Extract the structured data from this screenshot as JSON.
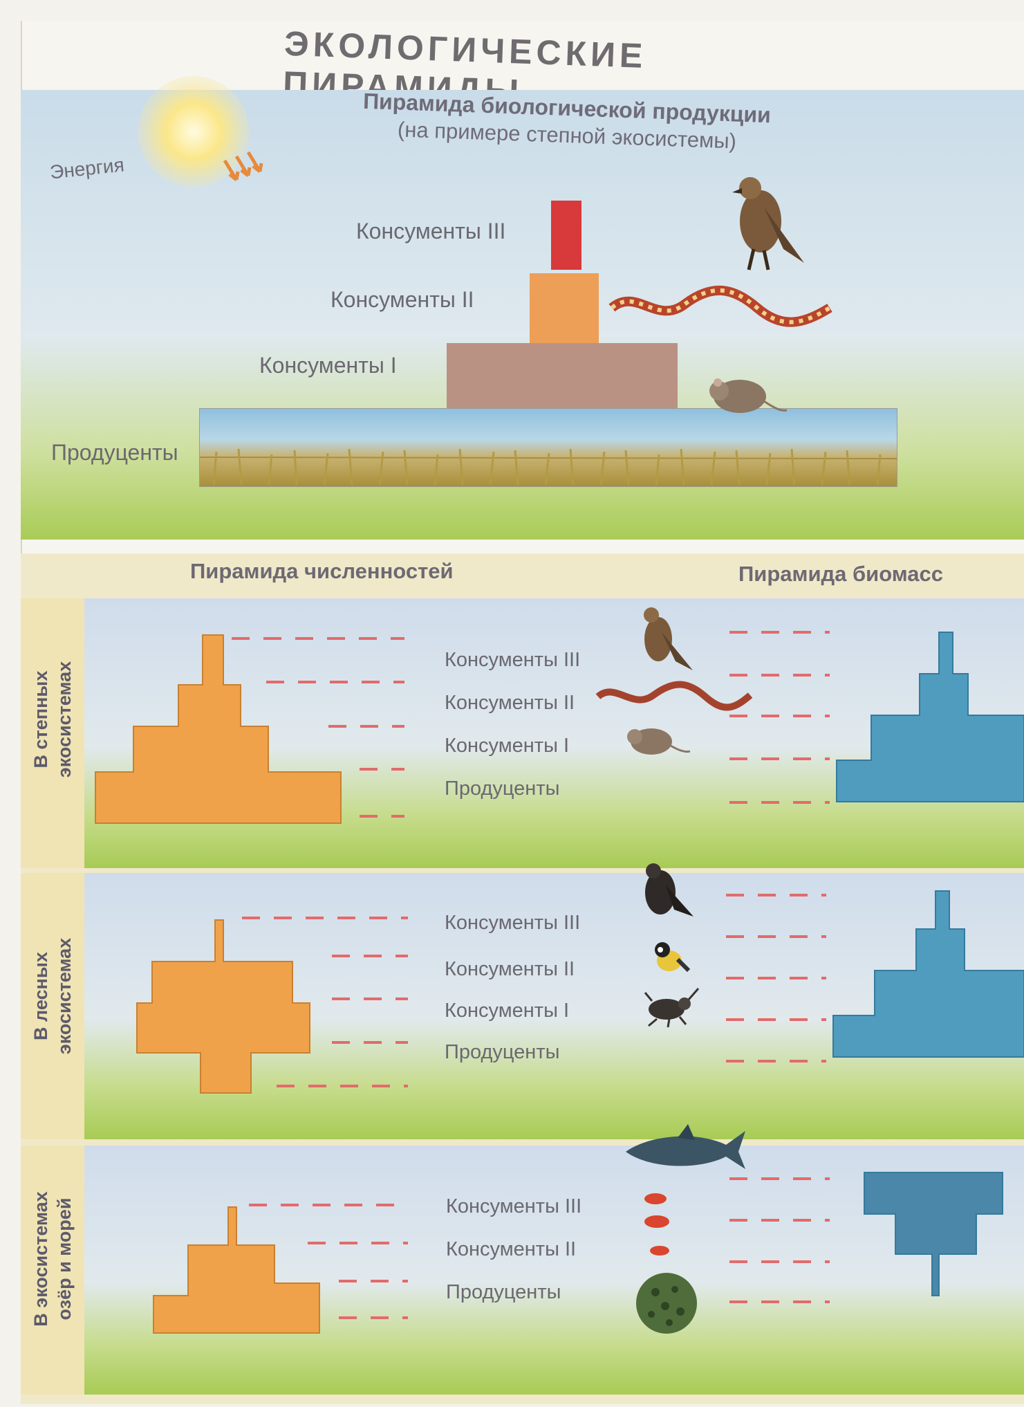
{
  "title": "ЭКОЛОГИЧЕСКИЕ ПИРАМИДЫ",
  "production_pyramid": {
    "title": "Пирамида биологической продукции",
    "subtitle": "(на примере степной экосистемы)",
    "energy_label": "Энергия",
    "levels": [
      "Консументы III",
      "Консументы II",
      "Консументы I",
      "Продуценты"
    ]
  },
  "lower": {
    "numbers_title": "Пирамида численностей",
    "biomass_title": "Пирамида биомасс",
    "rows": [
      {
        "side_label_1": "В степных",
        "side_label_2": "экосистемах",
        "levels": [
          "Консументы III",
          "Консументы II",
          "Консументы I",
          "Продуценты"
        ]
      },
      {
        "side_label_1": "В лесных",
        "side_label_2": "экосистемах",
        "levels": [
          "Консументы III",
          "Консументы II",
          "Консументы I",
          "Продуценты"
        ]
      },
      {
        "side_label_1": "В экосистемах",
        "side_label_2": "озёр и морей",
        "levels": [
          "Консументы III",
          "Консументы II",
          "Продуценты"
        ]
      }
    ]
  },
  "colors": {
    "consumer3": "#d8393a",
    "consumer2": "#ed9f57",
    "consumer1": "#b99283",
    "number_pyramid": "#f0a24b",
    "biomass_pyramid": "#4f9cbf",
    "dash": "#e26b6b"
  },
  "icons": [
    "sun-icon",
    "hawk-icon",
    "snake-icon",
    "mouse-icon",
    "bird-icon",
    "beetle-icon",
    "shark-icon",
    "fish-icon",
    "plankton-icon"
  ]
}
